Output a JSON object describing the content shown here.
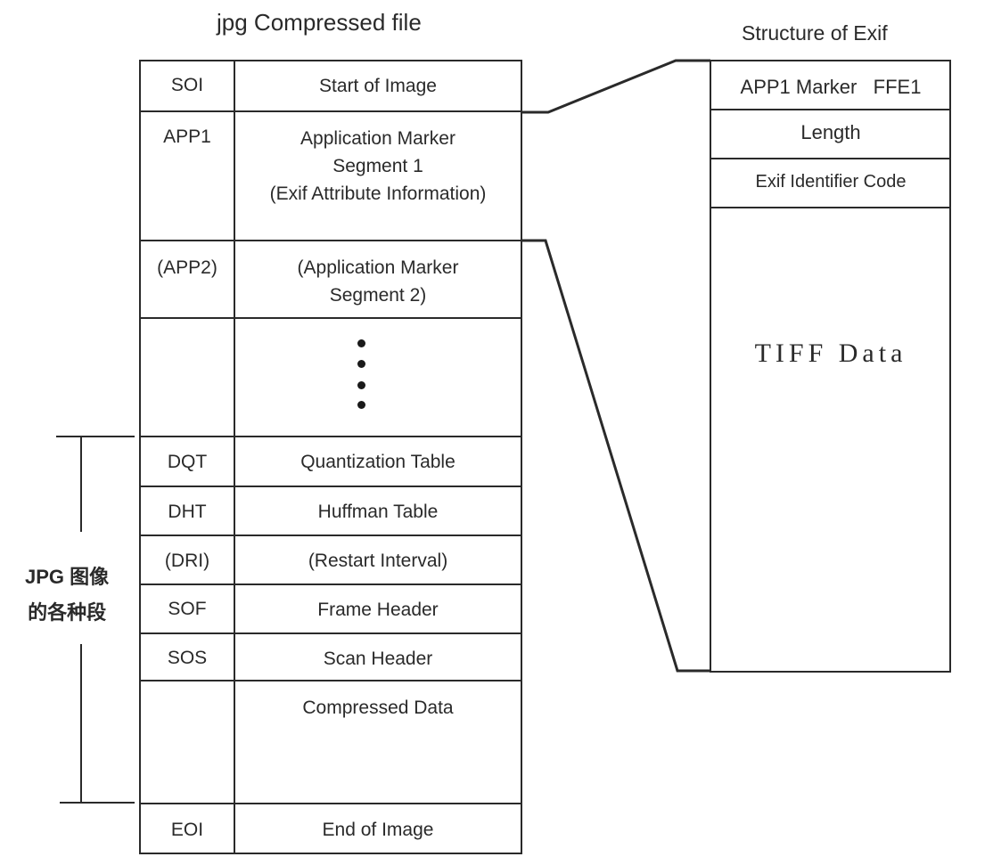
{
  "jpg": {
    "title": "jpg Compressed file",
    "rows": [
      {
        "abbr": "SOI",
        "desc": [
          "Start of Image"
        ]
      },
      {
        "abbr": "APP1",
        "desc": [
          "Application Marker",
          "Segment 1",
          "(Exif Attribute Information)"
        ]
      },
      {
        "abbr": "(APP2)",
        "desc": [
          "(Application Marker",
          "Segment 2)"
        ]
      },
      {
        "abbr": "",
        "desc": []
      },
      {
        "abbr": "DQT",
        "desc": [
          "Quantization Table"
        ]
      },
      {
        "abbr": "DHT",
        "desc": [
          "Huffman Table"
        ]
      },
      {
        "abbr": "(DRI)",
        "desc": [
          "(Restart Interval)"
        ]
      },
      {
        "abbr": "SOF",
        "desc": [
          "Frame Header"
        ]
      },
      {
        "abbr": "SOS",
        "desc": [
          "Scan Header"
        ]
      },
      {
        "abbr": "",
        "desc": [
          "Compressed Data"
        ]
      },
      {
        "abbr": "EOI",
        "desc": [
          "End of Image"
        ]
      }
    ]
  },
  "exif": {
    "title": "Structure of Exif",
    "rows": [
      "APP1 Marker   FFE1",
      "Length",
      "Exif Identifier Code"
    ],
    "tiff_label": "TIFF Data"
  },
  "side_label": {
    "line1": "JPG 图像",
    "line2": "的各种段"
  }
}
